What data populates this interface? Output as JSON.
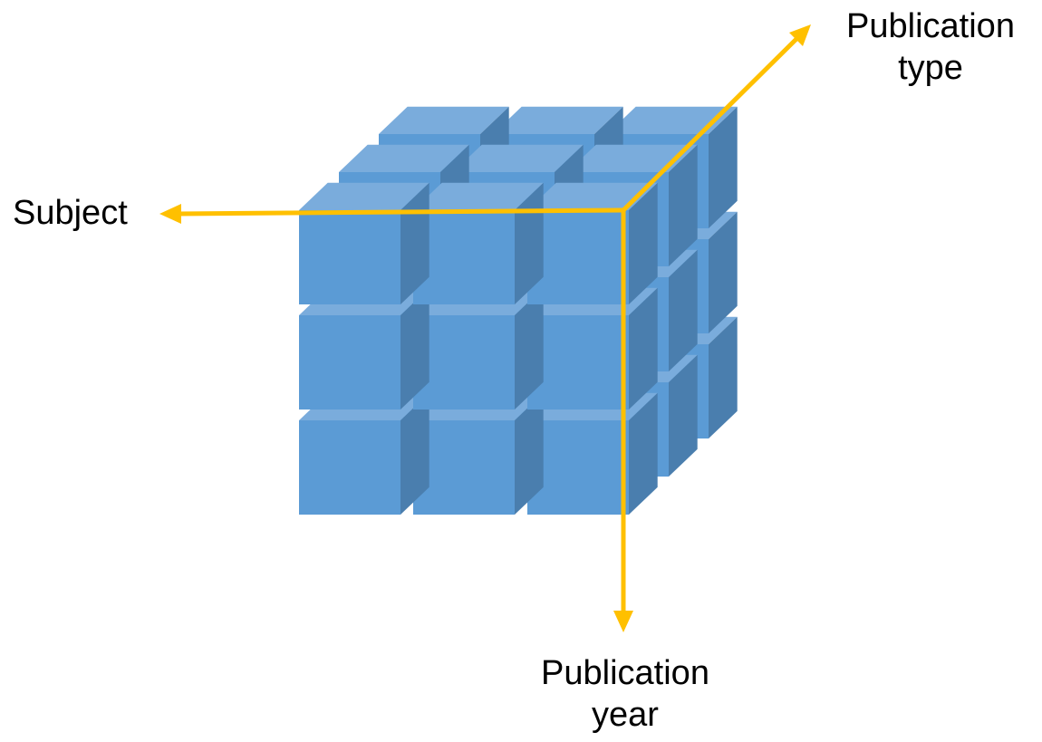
{
  "labels": {
    "subject": "Subject",
    "publication_type": "Publication\ntype",
    "publication_year": "Publication\nyear"
  },
  "cube": {
    "rows": 3,
    "columns": 3,
    "layers": 3
  },
  "colors": {
    "cube_front": "#5b9bd5",
    "cube_top": "#7aacdc",
    "cube_side": "#4a7eae",
    "axis": "#ffc000",
    "text": "#000000"
  }
}
